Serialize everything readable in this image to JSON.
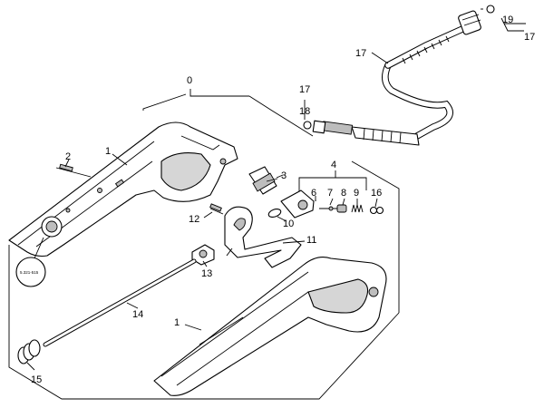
{
  "diagram": {
    "labels": {
      "p0": "0",
      "p1a": "1",
      "p1b": "1",
      "p2": "2",
      "p3": "3",
      "p4": "4",
      "p6": "6",
      "p7": "7",
      "p8": "8",
      "p9": "9",
      "p10": "10",
      "p11": "11",
      "p12": "12",
      "p13": "13",
      "p14": "14",
      "p15": "15",
      "p16": "16",
      "p17a": "17",
      "p17b": "17",
      "p17c": "17",
      "p18": "18",
      "p19": "19"
    },
    "badge_text": "5.321-515"
  }
}
